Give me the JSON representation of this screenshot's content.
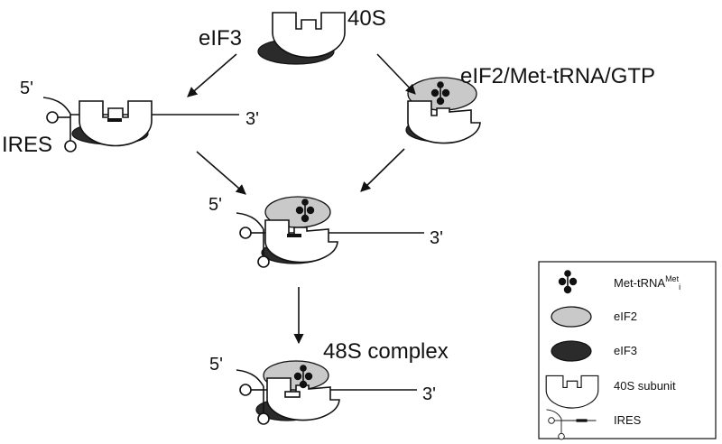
{
  "labels": {
    "top_40s": "40S",
    "top_eif3": "eIF3",
    "top_right_factor": "eIF2/Met-tRNA/GTP",
    "ires_left": "IRES",
    "five_prime": "5'",
    "three_prime": "3'",
    "complex_48s": "48S complex"
  },
  "legend": {
    "items": [
      {
        "key": "met-trna",
        "label_main": "Met-tRNA",
        "label_sup": "Met",
        "label_sub": "i"
      },
      {
        "key": "eif2",
        "label_main": "eIF2"
      },
      {
        "key": "eif3",
        "label_main": "eIF3"
      },
      {
        "key": "40s",
        "label_main": "40S subunit"
      },
      {
        "key": "ires",
        "label_main": "IRES"
      }
    ]
  },
  "colors": {
    "eif3": "#2b2b2b",
    "eif2": "#c9c9c9",
    "outline": "#111111",
    "background": "#ffffff"
  }
}
